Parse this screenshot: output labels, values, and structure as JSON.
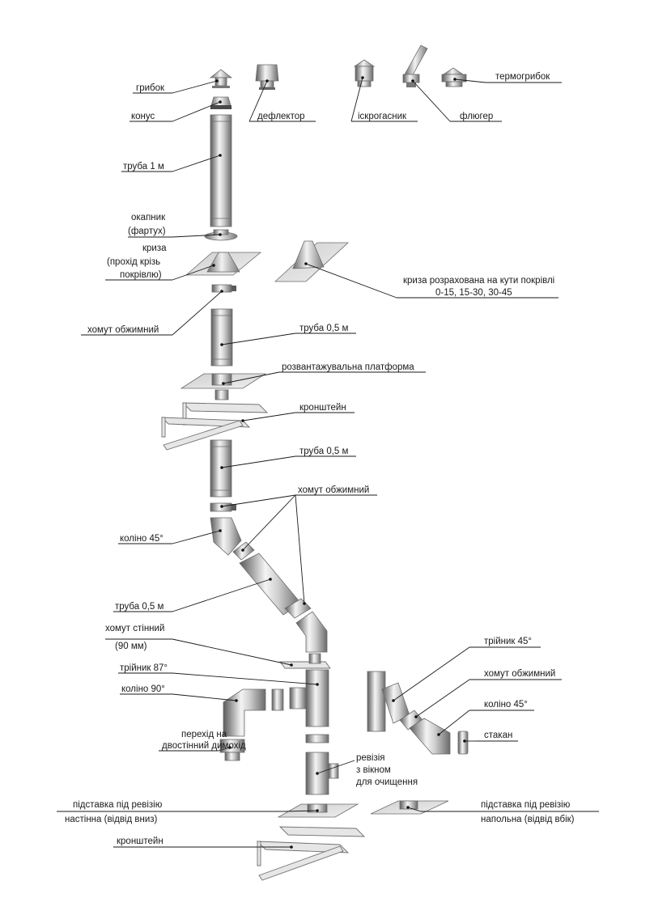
{
  "labels": {
    "hrybok": "грибок",
    "konus": "конус",
    "deflektor": "дефлектор",
    "iskrohasnyk": "іскрогасник",
    "fluher": "флюгер",
    "termohrybok": "термогрибок",
    "truba_1m": "труба 1 м",
    "okapnyk_1": "окапник",
    "okapnyk_2": "(фартух)",
    "kryza_1": "криза",
    "kryza_2": "(прохід крізь",
    "kryza_3": "покрівлю)",
    "kryza_note_1": "криза розрахована на кути покрівлі",
    "kryza_note_2": "0-15, 15-30, 30-45",
    "khomut_1": "хомут обжимний",
    "truba_05_a": "труба 0,5 м",
    "platforma": "розвантажувальна платформа",
    "kronshtein_top": "кронштейн",
    "truba_05_b": "труба 0,5 м",
    "khomut_2": "хомут обжимний",
    "kolino_45_left": "коліно 45°",
    "truba_05_c": "труба 0,5 м",
    "khomut_stinnyi_1": "хомут стінний",
    "khomut_stinnyi_2": "(90 мм)",
    "triinyk_87": "трійник 87°",
    "kolino_90": "коліно 90°",
    "perekhid_1": "перехід на",
    "perekhid_2": "двостінний димохід",
    "reviziia_1": "ревізія",
    "reviziia_2": "з вікном",
    "reviziia_3": "для очищення",
    "triinyk_45": "трійник 45°",
    "khomut_3": "хомут обжимний",
    "kolino_45_right": "коліно 45°",
    "stakan": "стакан",
    "pidstavka_wall_1": "підставка під ревізію",
    "pidstavka_wall_2": "настінна (відвід вниз)",
    "pidstavka_floor_1": "підставка під ревізію",
    "pidstavka_floor_2": "напольна (відвід вбік)",
    "kronshtein_bottom": "кронштейн"
  },
  "colors": {
    "steel_dark": "#5c5c5c",
    "steel_light": "#f2f2f2",
    "line": "#1a1a1a",
    "plate": "#dcdcdc"
  }
}
